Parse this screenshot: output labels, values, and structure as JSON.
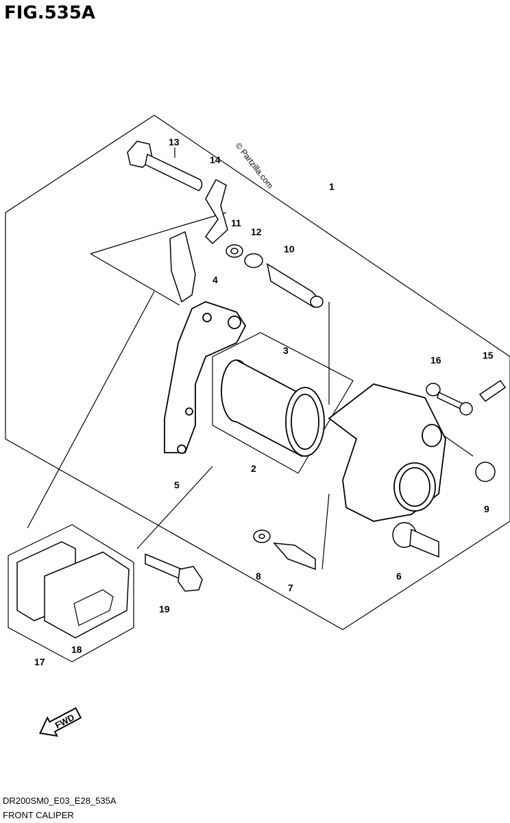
{
  "figure": {
    "title": "FIG.535A",
    "code": "DR200SM0_E03_E28_535A",
    "caption": "FRONT CALIPER",
    "watermark": "© Partzilla.com",
    "fwd_label": "FWD"
  },
  "callouts": [
    "1",
    "2",
    "3",
    "4",
    "5",
    "6",
    "7",
    "8",
    "9",
    "10",
    "11",
    "12",
    "13",
    "14",
    "15",
    "16",
    "17",
    "18",
    "19"
  ]
}
